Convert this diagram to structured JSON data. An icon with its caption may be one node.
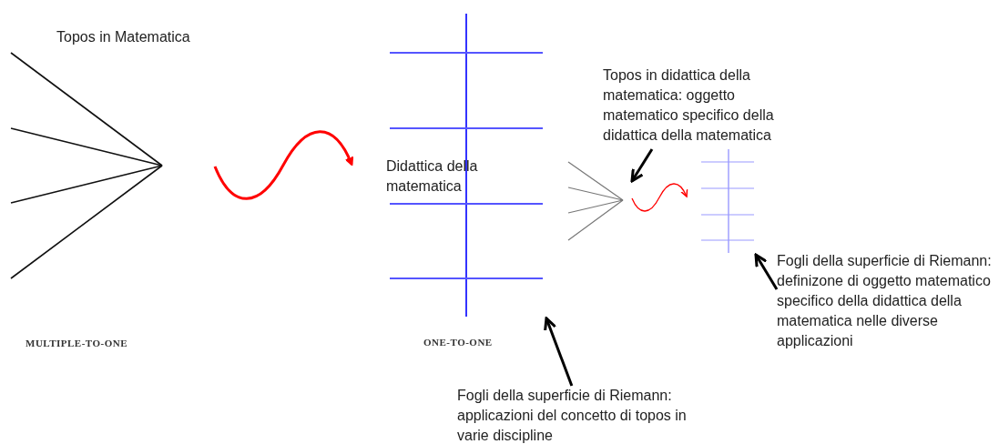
{
  "diagram": {
    "nodes": [
      {
        "text": [
          "Topos in Matematica"
        ]
      },
      {
        "text": [
          "Didattica della matematica"
        ],
        "beside": [
          "ONE-TO-ONE"
        ]
      },
      {
        "text": [],
        "shape": "picture"
      },
      {
        "text": [],
        "shape": "picture"
      },
      {
        "text": [
          "Topos in didattica della matematica: oggetto matematico specifico della didattica della matematica"
        ]
      },
      {
        "text": [
          "Fogli della superficie di Riemann: definizone di oggetto matematico specifico della didattica della matematica nelle diverse applicazioni"
        ]
      },
      {
        "text": [
          "Fogli della superficie di Riemann: applicazioni del concetto di topos in varie discipline"
        ]
      }
    ],
    "edges": [
      {
        "from": 0,
        "to": 1,
        "arrow": "to",
        "color": "#ff0000"
      },
      {
        "from": 2,
        "to": 3,
        "arrow": "to",
        "color": "#ff0000"
      },
      {
        "from": 4,
        "to": 2,
        "arrow": "to"
      },
      {
        "from": 5,
        "to": 3,
        "arrow": "to"
      },
      {
        "from": 6,
        "to": 1,
        "arrow": "to"
      }
    ],
    "labels": [
      "MULTIPLE-TO-ONE"
    ]
  }
}
